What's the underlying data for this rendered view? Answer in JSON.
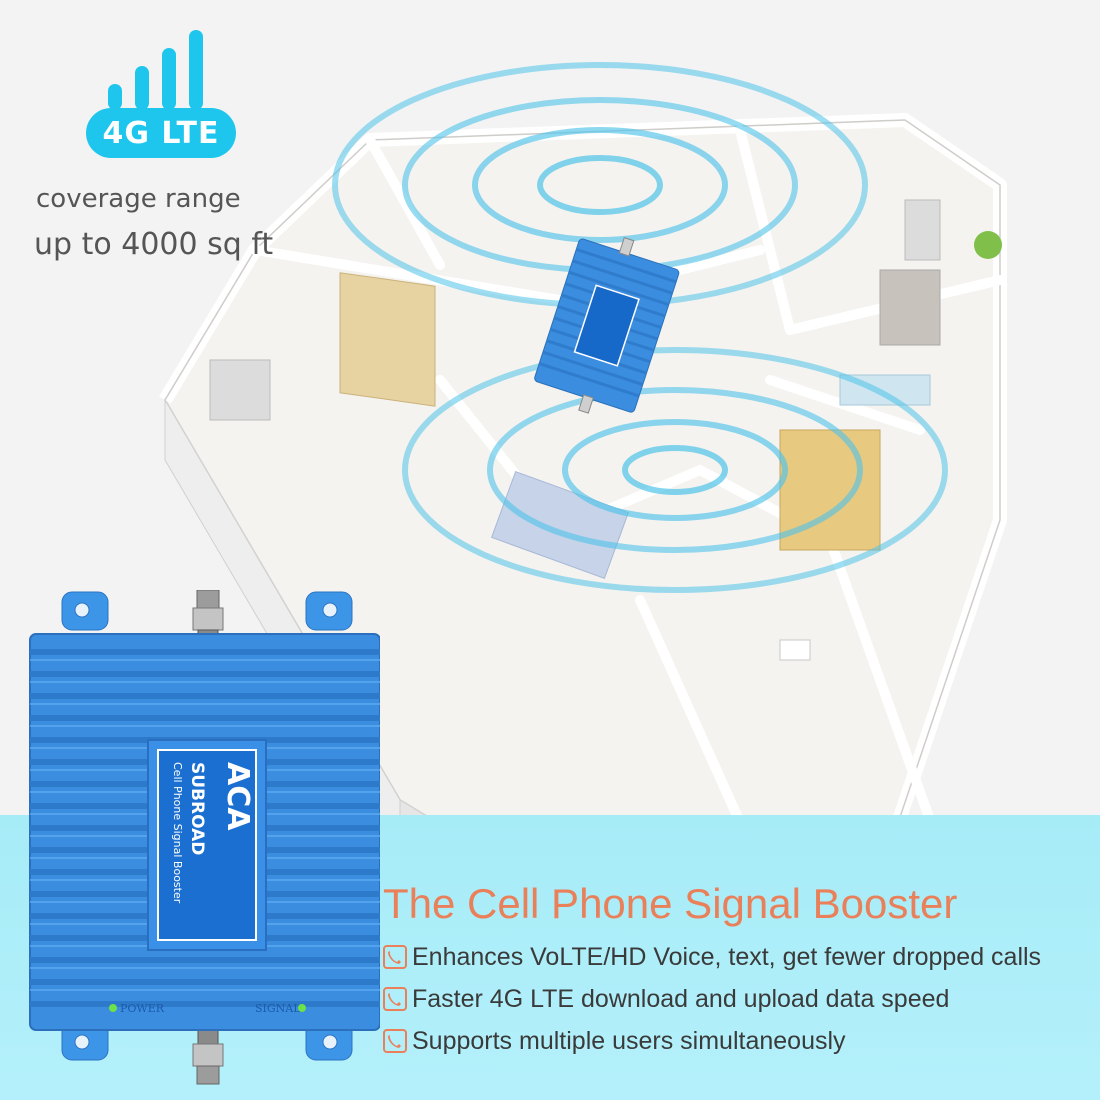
{
  "badge": {
    "network_label": "4G LTE",
    "signal_bars": 4,
    "icon": "signal-bars-icon",
    "color": "#1ec6ee"
  },
  "coverage": {
    "line1": "coverage range",
    "line2": "up to 4000 sq ft"
  },
  "device": {
    "brand_logo": "ACA",
    "brand_name": "SUBROAD",
    "product_label": "Cell Phone Signal Booster",
    "power_led_label": "POWER",
    "signal_led_label": "SIGNAL",
    "body_color": "#3b8de0"
  },
  "headline": "The Cell Phone Signal Booster",
  "features": [
    {
      "icon": "phone-icon",
      "text": "Enhances VoLTE/HD Voice, text,  get fewer dropped calls"
    },
    {
      "icon": "phone-icon",
      "text": "Faster 4G LTE download and upload data speed"
    },
    {
      "icon": "phone-icon",
      "text": "Supports multiple users simultaneously"
    }
  ],
  "colors": {
    "accent": "#e9805a",
    "band": "#a6ecf7",
    "wave": "#4fc3ea"
  }
}
